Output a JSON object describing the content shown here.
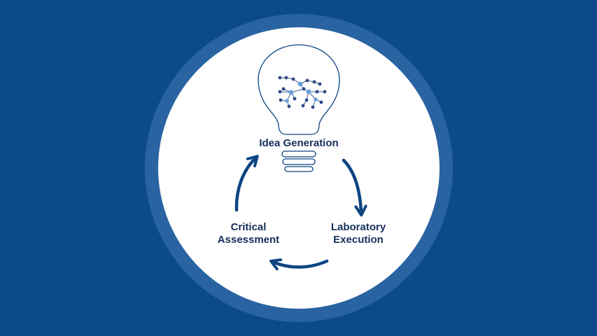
{
  "diagram": {
    "stages": {
      "idea_generation": {
        "lines": [
          "Idea Generation"
        ]
      },
      "laboratory_execution": {
        "lines": [
          "Laboratory",
          "Execution"
        ]
      },
      "critical_assessment": {
        "lines": [
          "Critical",
          "Assessment"
        ]
      }
    },
    "colors": {
      "background": "#0b4a8b",
      "outer_ring": "#2a63a1",
      "inner_circle": "#ffffff",
      "arrow": "#0d4582",
      "text": "#16305a",
      "icon_outline": "#0d4582"
    },
    "icons": [
      "lightbulb-icon",
      "molecule-network-icon"
    ]
  }
}
